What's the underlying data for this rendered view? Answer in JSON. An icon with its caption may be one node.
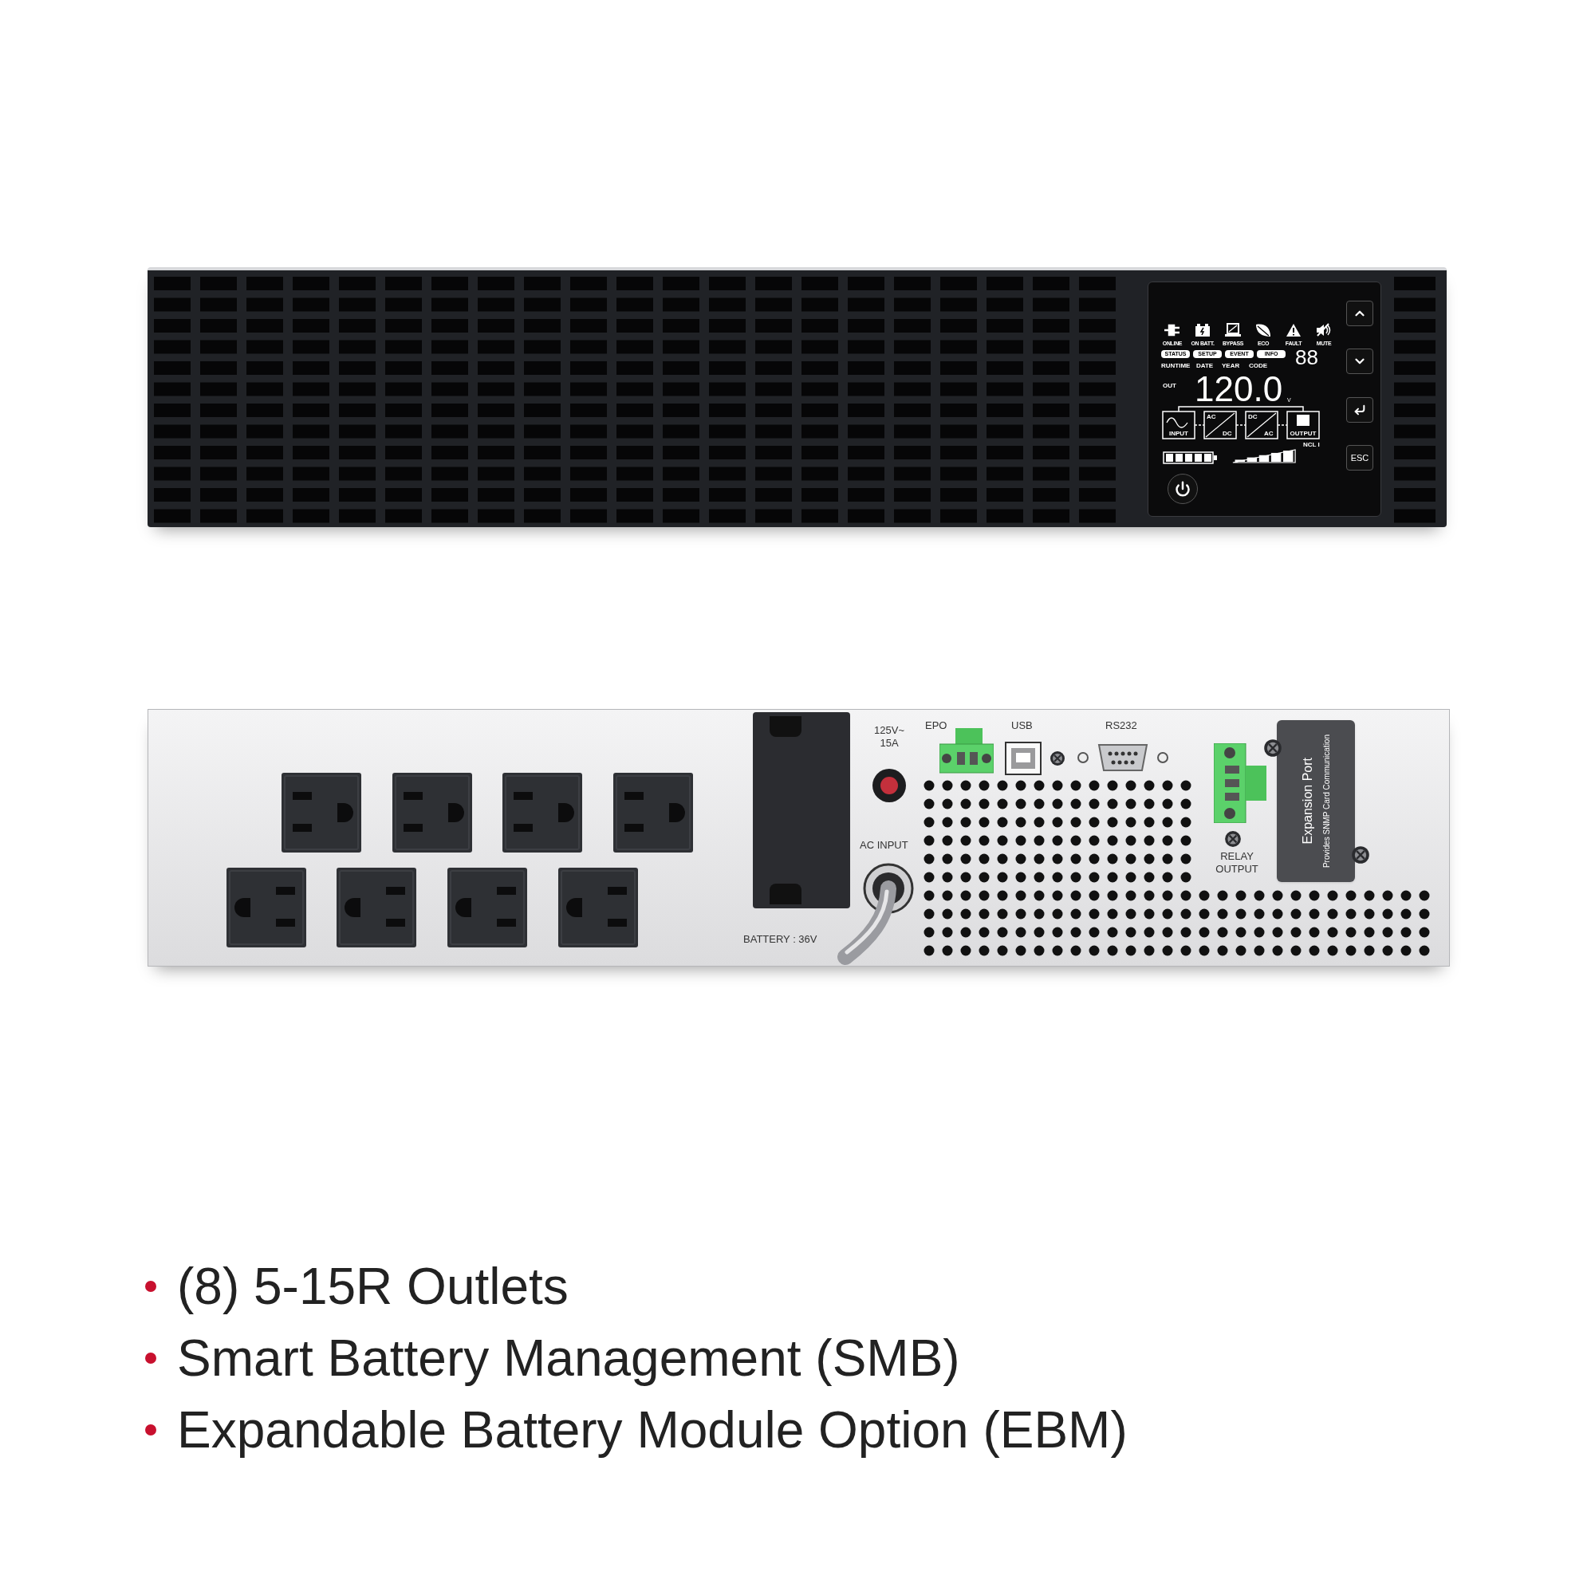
{
  "diagram": {
    "nodes": [
      {
        "text": [
          "Expansion Port",
          "Provides SNMP Card Communication"
        ]
      }
    ],
    "labels": [
      "ONLINE",
      "ON BATT.",
      "BYPASS",
      "ECO",
      "FAULT",
      "MUTE",
      "STATUS",
      "SETUP",
      "EVENT",
      "INFO",
      "88",
      "RUNTIME",
      "DATE",
      "YEAR",
      "CODE",
      "OUT",
      "120.0",
      "V",
      "INPUT",
      "AC",
      "DC",
      "DC",
      "AC",
      "OUTPUT",
      "NCL I",
      "ESC",
      "125V~ 15A",
      "EPO",
      "USB",
      "RS232",
      "AC INPUT",
      "RELAY OUTPUT",
      "BATTERY : 36V",
      "(8) 5-15R Outlets",
      "Smart Battery Management (SMB)",
      "Expandable Battery Module Option (EBM)"
    ]
  }
}
